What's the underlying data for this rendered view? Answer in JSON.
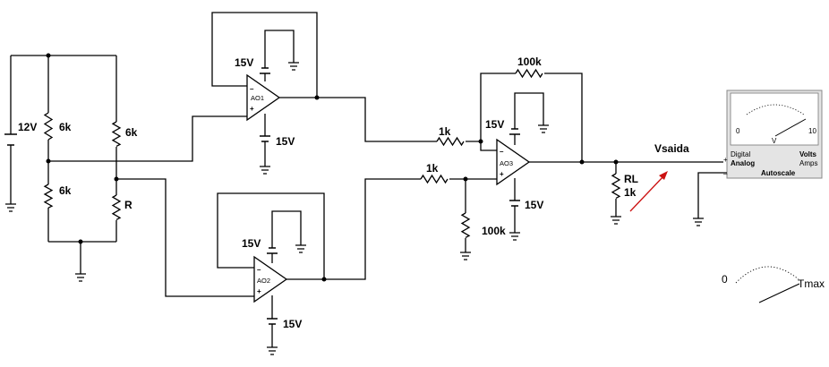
{
  "labels": {
    "v12": "12V",
    "r6k_left_top": "6k",
    "r6k_left_bottom": "6k",
    "r6k_right": "6k",
    "r_var": "R",
    "ao1_supply_top": "15V",
    "ao1_supply_bottom": "15V",
    "ao2_supply_top": "15V",
    "ao2_supply_bottom": "15V",
    "ao3_supply_top": "15V",
    "ao3_supply_bottom": "15V",
    "r1k_top": "1k",
    "r1k_bottom": "1k",
    "r100k_feedback": "100k",
    "r100k_ground": "100k",
    "rl_name": "RL",
    "rl_value": "1k",
    "output": "Vsaida"
  },
  "opamps": {
    "ao1": "AO1",
    "ao2": "AO2",
    "ao3": "AO3"
  },
  "opamp_signs": {
    "minus": "–",
    "plus": "+"
  },
  "meter": {
    "scale_min": "0",
    "scale_max": "10",
    "unit": "V",
    "mode_digital": "Digital",
    "mode_analog": "Analog",
    "quantity_volts": "Volts",
    "quantity_amps": "Amps",
    "autoscale": "Autoscale",
    "terminal_plus": "+",
    "terminal_minus": "–"
  },
  "gauge": {
    "min_label": "0",
    "max_label": "Tmax"
  },
  "colors": {
    "arrow": "#cc1111",
    "meter_body": "#e4e4e4",
    "meter_border": "#888888"
  }
}
